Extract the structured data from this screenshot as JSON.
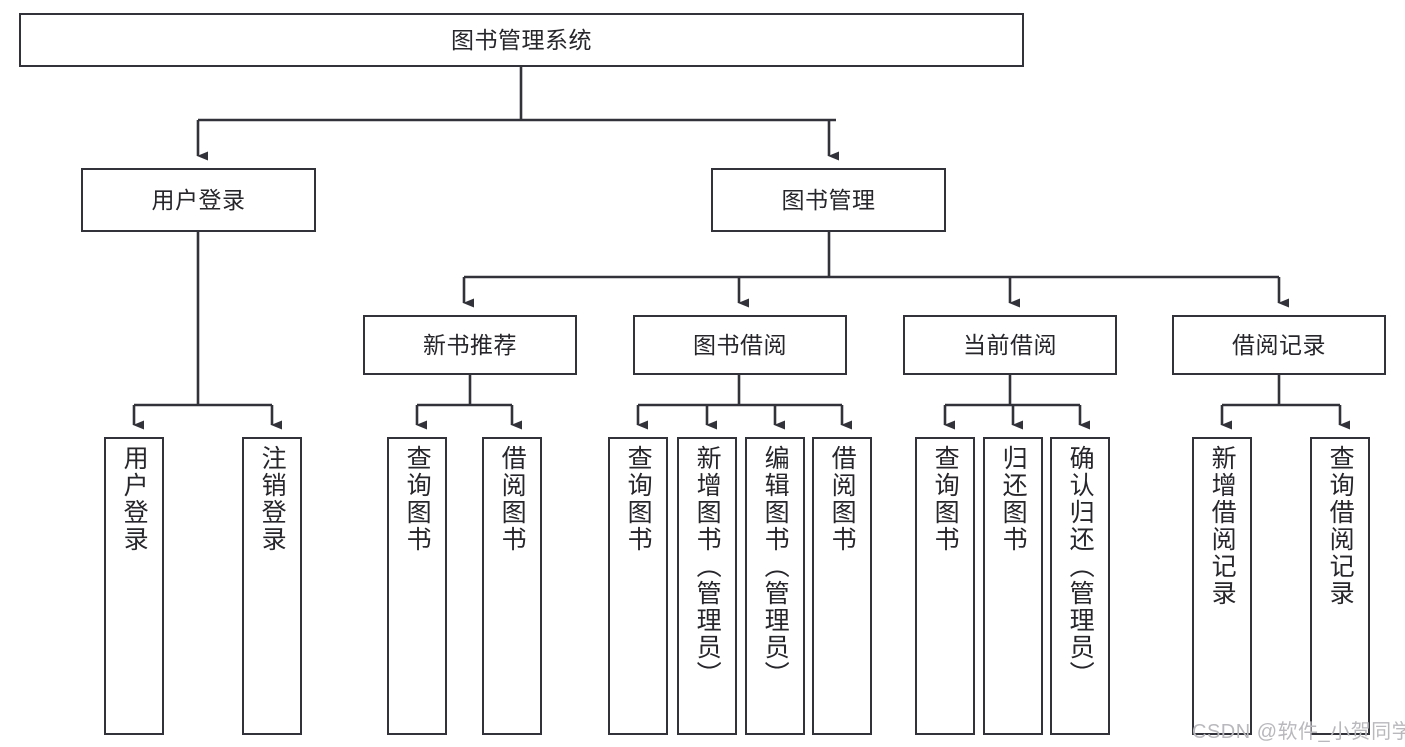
{
  "diagram": {
    "type": "hierarchy-tree",
    "title": "图书管理系统",
    "root": {
      "id": "root",
      "label": "图书管理系统"
    },
    "level2": [
      {
        "id": "user-login",
        "label": "用户登录"
      },
      {
        "id": "book-management",
        "label": "图书管理"
      }
    ],
    "level3": [
      {
        "id": "new-book-recommend",
        "label": "新书推荐",
        "parent": "book-management"
      },
      {
        "id": "book-borrow",
        "label": "图书借阅",
        "parent": "book-management"
      },
      {
        "id": "current-borrow",
        "label": "当前借阅",
        "parent": "book-management"
      },
      {
        "id": "borrow-record",
        "label": "借阅记录",
        "parent": "book-management"
      }
    ],
    "leaves": [
      {
        "id": "leaf-user-login",
        "label": "用户登录",
        "parent": "user-login"
      },
      {
        "id": "leaf-user-logout",
        "label": "注销登录",
        "parent": "user-login"
      },
      {
        "id": "leaf-query-book-1",
        "label": "查询图书",
        "parent": "new-book-recommend"
      },
      {
        "id": "leaf-borrow-book-1",
        "label": "借阅图书",
        "parent": "new-book-recommend"
      },
      {
        "id": "leaf-query-book-2",
        "label": "查询图书",
        "parent": "book-borrow"
      },
      {
        "id": "leaf-add-book",
        "label": "新增图书（管理员）",
        "parent": "book-borrow"
      },
      {
        "id": "leaf-edit-book",
        "label": "编辑图书（管理员）",
        "parent": "book-borrow"
      },
      {
        "id": "leaf-borrow-book-2",
        "label": "借阅图书",
        "parent": "book-borrow"
      },
      {
        "id": "leaf-query-book-3",
        "label": "查询图书",
        "parent": "current-borrow"
      },
      {
        "id": "leaf-return-book",
        "label": "归还图书",
        "parent": "current-borrow"
      },
      {
        "id": "leaf-confirm-return",
        "label": "确认归还（管理员）",
        "parent": "current-borrow"
      },
      {
        "id": "leaf-add-record",
        "label": "新增借阅记录",
        "parent": "borrow-record"
      },
      {
        "id": "leaf-query-record",
        "label": "查询借阅记录",
        "parent": "borrow-record"
      }
    ],
    "colors": {
      "stroke": "#32323a",
      "text": "#26262b",
      "background": "#ffffff",
      "watermark": "#b9b9bd"
    }
  },
  "watermark": {
    "text": "CSDN @软件_小贺同学"
  }
}
